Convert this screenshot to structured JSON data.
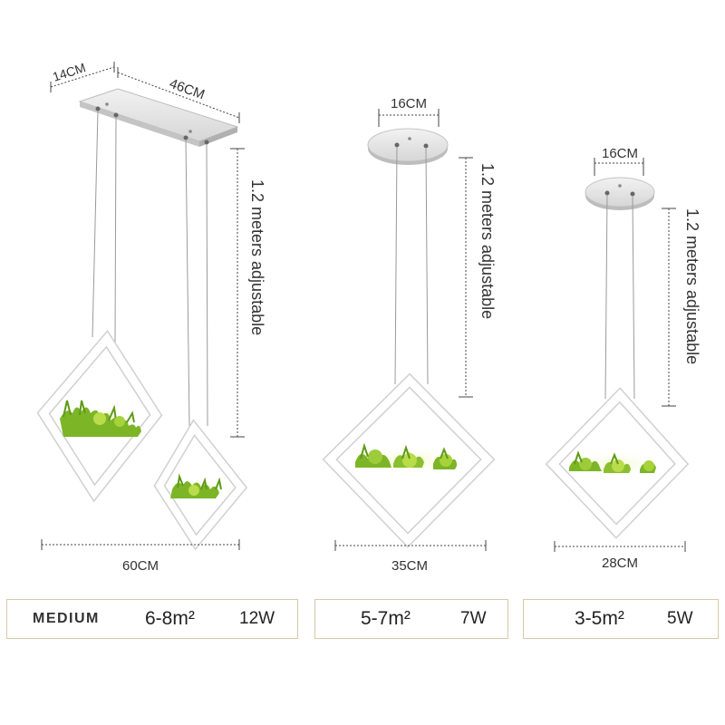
{
  "lamps": [
    {
      "canopy_width": "46CM",
      "canopy_depth": "14CM",
      "cable_length": "1.2 meters adjustable",
      "fixture_width": "60CM",
      "size_label": "MEDIUM",
      "area": "6-8m²",
      "power": "12W"
    },
    {
      "canopy_diameter": "16CM",
      "cable_length": "1.2 meters adjustable",
      "fixture_width": "35CM",
      "area": "5-7m²",
      "power": "7W"
    },
    {
      "canopy_diameter": "16CM",
      "cable_length": "1.2 meters adjustable",
      "fixture_width": "28CM",
      "area": "3-5m²",
      "power": "5W"
    }
  ],
  "colors": {
    "frame": "#ffffff",
    "frame_edge": "#c9c9c9",
    "plant": "#7cb526",
    "plant_light": "#b9dc4a",
    "glow": "#eef6b8",
    "dimension_line": "#444444",
    "box_border": "#d8c9a8"
  }
}
